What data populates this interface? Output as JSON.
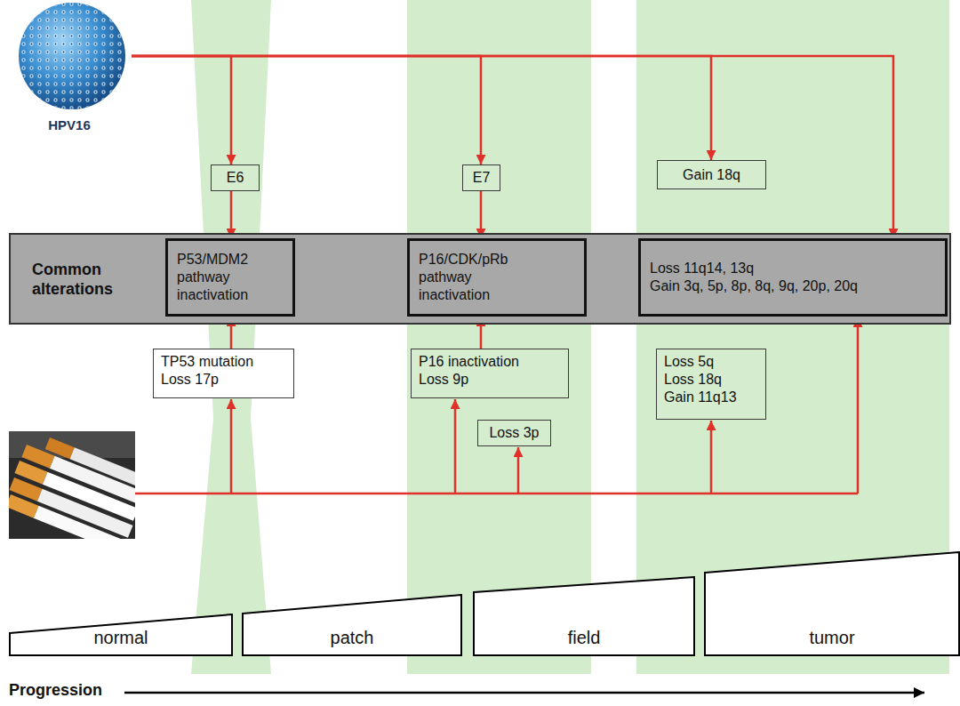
{
  "diagram": {
    "nodes": [
      {
        "text": [
          "HPV16"
        ]
      },
      {
        "text": [
          "E6"
        ]
      },
      {
        "text": [
          "E7"
        ]
      },
      {
        "text": [
          "Gain 18q"
        ]
      },
      {
        "text": [
          "Common alterations"
        ]
      },
      {
        "text": [
          "P53/MDM2 pathway inactivation"
        ],
        "in": 4
      },
      {
        "text": [
          "P16/CDK/pRb pathway inactivation"
        ],
        "in": 4
      },
      {
        "text": [
          "Loss 11q14, 13q",
          "Gain 3q, 5p, 8p, 8q, 9q, 20p, 20q"
        ],
        "in": 4
      },
      {
        "text": [
          "TP53 mutation",
          "Loss 17p"
        ]
      },
      {
        "text": [
          "P16 inactivation",
          "Loss 9p"
        ]
      },
      {
        "text": [
          "Loss 3p"
        ]
      },
      {
        "text": [
          "Loss 5q",
          "Loss 18q",
          "Gain 11q13"
        ]
      },
      {
        "text": [
          "normal"
        ]
      },
      {
        "text": [
          "patch"
        ]
      },
      {
        "text": [
          "field"
        ]
      },
      {
        "text": [
          "tumor"
        ]
      }
    ],
    "edges": [
      {
        "from": 0,
        "to": 1,
        "arrow": "to"
      },
      {
        "from": 0,
        "to": 2,
        "arrow": "to"
      },
      {
        "from": 0,
        "to": 3,
        "arrow": "to"
      },
      {
        "from": 0,
        "to": 7,
        "arrow": "to"
      },
      {
        "from": 1,
        "to": 5,
        "arrow": "to"
      },
      {
        "from": 2,
        "to": 6,
        "arrow": "to"
      },
      {
        "from": 8,
        "to": 5,
        "arrow": "to"
      },
      {
        "from": 9,
        "to": 6,
        "arrow": "to"
      }
    ],
    "labels": [
      "Progression"
    ]
  }
}
